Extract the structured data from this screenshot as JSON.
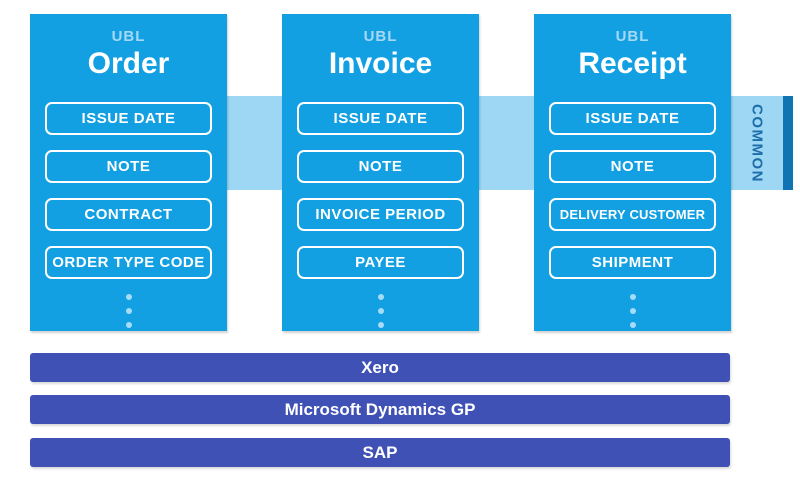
{
  "cards": [
    {
      "kicker": "UBL",
      "title": "Order",
      "fields": [
        "ISSUE DATE",
        "NOTE",
        "CONTRACT",
        "ORDER TYPE CODE"
      ]
    },
    {
      "kicker": "UBL",
      "title": "Invoice",
      "fields": [
        "ISSUE DATE",
        "NOTE",
        "INVOICE PERIOD",
        "PAYEE"
      ]
    },
    {
      "kicker": "UBL",
      "title": "Receipt",
      "fields": [
        "ISSUE DATE",
        "NOTE",
        "DELIVERY CUSTOMER",
        "SHIPMENT"
      ]
    }
  ],
  "common_band": {
    "label": "COMMON"
  },
  "platforms": [
    {
      "label": "Xero"
    },
    {
      "label": "Microsoft Dynamics GP"
    },
    {
      "label": "SAP"
    }
  ],
  "colors": {
    "card_blue": "#12a0e3",
    "band_light_blue": "#9ed7f3",
    "band_edge_blue": "#0e74b4",
    "common_text_blue": "#1d6dab",
    "platform_bar_indigo": "#3f51b5",
    "kicker_light_blue": "#a6d9f3"
  }
}
